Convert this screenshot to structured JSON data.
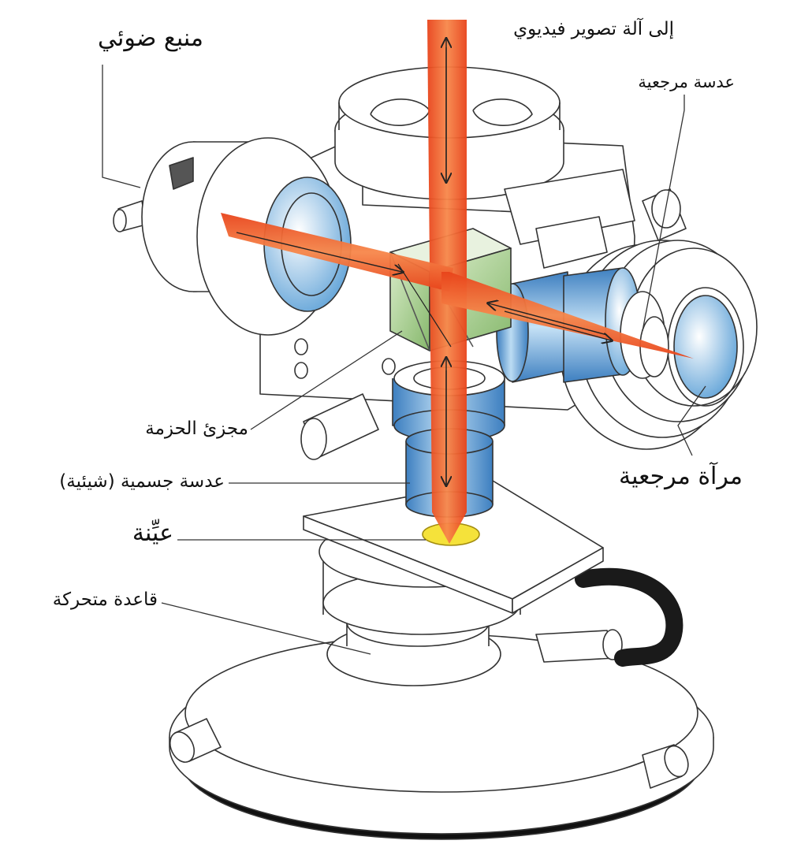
{
  "labels": {
    "light_source": "منبع ضوئي",
    "video_camera": "إلى آلة تصوير فيديوي",
    "reference_lens": "عدسة مرجعية",
    "beam_splitter": "مجزئ الحزمة",
    "objective_lens": "عدسة جسمية (شيئية)",
    "reference_mirror": "مرآة مرجعية",
    "sample": "عيِّنة",
    "moving_stage": "قاعدة متحركة"
  },
  "colors": {
    "beam": "#e8431a",
    "beam_core": "#f26a2a",
    "lens_blue": "#5a9fd6",
    "splitter_green": "#9cc88a",
    "sample_yellow": "#f5e23a",
    "outline": "#333333",
    "hose": "#1a1a1a"
  }
}
